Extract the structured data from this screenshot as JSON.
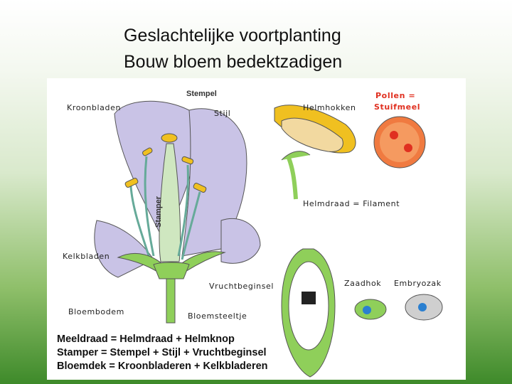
{
  "title": {
    "line1": "Geslachtelijke voortplanting",
    "line2": "Bouw bloem bedektzadigen"
  },
  "labels": {
    "kroonbladen": "Kroonbladen",
    "stempel": "Stempel",
    "stijl": "Stijl",
    "stamper": "Stamper",
    "helmhokken": "Helmhokken",
    "pollen_line1": "Pollen =",
    "pollen_line2": "Stuifmeel",
    "helmdraad": "Helmdraad = Filament",
    "kelkbladen": "Kelkbladen",
    "vruchtbeginsel": "Vruchtbeginsel",
    "zaadhok": "Zaadhok",
    "embryozak": "Embryozak",
    "bloembodem": "Bloembodem",
    "bloemsteeltje": "Bloemsteeltje"
  },
  "formulas": [
    "Meeldraad = Helmdraad + Helmknop",
    "Stamper = Stempel + Stijl + Vruchtbeginsel",
    "Bloemdek = Kroonbladeren + Kelkbladeren"
  ],
  "colors": {
    "petal": "#c9c3e6",
    "green": "#8fcf5a",
    "anther": "#f0c020",
    "pollen_red": "#e03020",
    "pollen_orange": "#f07a40",
    "embryo_blue": "#2a7fd0"
  }
}
